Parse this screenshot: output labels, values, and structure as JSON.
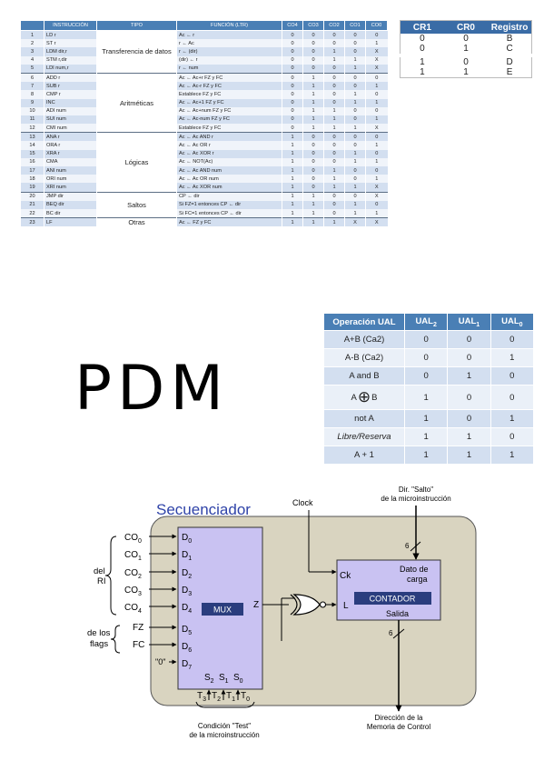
{
  "instructions": {
    "headers": [
      "",
      "INSTRUCCIÓN",
      "TIPO",
      "FUNCIÓN (LTR)",
      "CO4",
      "CO3",
      "CO2",
      "CO1",
      "CO0"
    ],
    "groups": [
      {
        "tipo": "Transferencia de datos",
        "rows": [
          {
            "n": "1",
            "ins": "LD r",
            "fn": "Ac ← r",
            "bits": [
              "0",
              "0",
              "0",
              "0",
              "0"
            ]
          },
          {
            "n": "2",
            "ins": "ST r",
            "fn": "r ← Ac",
            "bits": [
              "0",
              "0",
              "0",
              "0",
              "1"
            ]
          },
          {
            "n": "3",
            "ins": "LDM dir,r",
            "fn": "r ← (dir)",
            "bits": [
              "0",
              "0",
              "1",
              "0",
              "X"
            ]
          },
          {
            "n": "4",
            "ins": "STM r,dir",
            "fn": "(dir) ← r",
            "bits": [
              "0",
              "0",
              "1",
              "1",
              "X"
            ]
          },
          {
            "n": "5",
            "ins": "LDI num,r",
            "fn": "r ← num",
            "bits": [
              "0",
              "0",
              "0",
              "1",
              "X"
            ]
          }
        ]
      },
      {
        "tipo": "Aritméticas",
        "rows": [
          {
            "n": "6",
            "ins": "ADD r",
            "fn": "Ac ← Ac+r  FZ y FC",
            "bits": [
              "0",
              "1",
              "0",
              "0",
              "0"
            ]
          },
          {
            "n": "7",
            "ins": "SUB r",
            "fn": "Ac ← Ac-r  FZ y FC",
            "bits": [
              "0",
              "1",
              "0",
              "0",
              "1"
            ]
          },
          {
            "n": "8",
            "ins": "CMP r",
            "fn": "Establece FZ y FC",
            "bits": [
              "0",
              "1",
              "0",
              "1",
              "0"
            ]
          },
          {
            "n": "9",
            "ins": "INC",
            "fn": "Ac ← Ac+1  FZ y FC",
            "bits": [
              "0",
              "1",
              "0",
              "1",
              "1"
            ]
          },
          {
            "n": "10",
            "ins": "ADI num",
            "fn": "Ac ← Ac+num FZ y FC",
            "bits": [
              "0",
              "1",
              "1",
              "0",
              "0"
            ]
          },
          {
            "n": "11",
            "ins": "SUI num",
            "fn": "Ac ← Ac-num FZ y FC",
            "bits": [
              "0",
              "1",
              "1",
              "0",
              "1"
            ]
          },
          {
            "n": "12",
            "ins": "CMI num",
            "fn": "Establece FZ y FC",
            "bits": [
              "0",
              "1",
              "1",
              "1",
              "X"
            ]
          }
        ]
      },
      {
        "tipo": "Lógicas",
        "rows": [
          {
            "n": "13",
            "ins": "ANA r",
            "fn": "Ac ← Ac AND r",
            "bits": [
              "1",
              "0",
              "0",
              "0",
              "0"
            ]
          },
          {
            "n": "14",
            "ins": "ORA r",
            "fn": "Ac ← Ac OR r",
            "bits": [
              "1",
              "0",
              "0",
              "0",
              "1"
            ]
          },
          {
            "n": "15",
            "ins": "XRA r",
            "fn": "Ac ← Ac XOR r",
            "bits": [
              "1",
              "0",
              "0",
              "1",
              "0"
            ]
          },
          {
            "n": "16",
            "ins": "CMA",
            "fn": "Ac ← NOT(Ac)",
            "bits": [
              "1",
              "0",
              "0",
              "1",
              "1"
            ]
          },
          {
            "n": "17",
            "ins": "ANI num",
            "fn": "Ac ← Ac AND num",
            "bits": [
              "1",
              "0",
              "1",
              "0",
              "0"
            ]
          },
          {
            "n": "18",
            "ins": "ORI num",
            "fn": "Ac ← Ac OR num",
            "bits": [
              "1",
              "0",
              "1",
              "0",
              "1"
            ]
          },
          {
            "n": "19",
            "ins": "XRI num",
            "fn": "Ac ← Ac XOR num",
            "bits": [
              "1",
              "0",
              "1",
              "1",
              "X"
            ]
          }
        ]
      },
      {
        "tipo": "Saltos",
        "rows": [
          {
            "n": "20",
            "ins": "JMP dir",
            "fn": "CP ← dir",
            "bits": [
              "1",
              "1",
              "0",
              "0",
              "X"
            ]
          },
          {
            "n": "21",
            "ins": "BEQ dir",
            "fn": "Si FZ=1 entonces CP ← dir",
            "bits": [
              "1",
              "1",
              "0",
              "1",
              "0"
            ]
          },
          {
            "n": "22",
            "ins": "BC dir",
            "fn": "Si FC=1 entonces CP ← dir",
            "bits": [
              "1",
              "1",
              "0",
              "1",
              "1"
            ]
          }
        ]
      },
      {
        "tipo": "Otras",
        "rows": [
          {
            "n": "23",
            "ins": "LF",
            "fn": "Ac ← FZ y FC",
            "bits": [
              "1",
              "1",
              "1",
              "X",
              "X"
            ]
          }
        ]
      }
    ]
  },
  "registers": {
    "headers": [
      "CR1",
      "CR0",
      "Registro"
    ],
    "rows": [
      [
        "0",
        "0",
        "B"
      ],
      [
        "0",
        "1",
        "C"
      ],
      [
        "1",
        "0",
        "D"
      ],
      [
        "1",
        "1",
        "E"
      ]
    ]
  },
  "ual": {
    "headers": [
      "Operación UAL",
      "UAL",
      "UAL",
      "UAL"
    ],
    "header_subs": [
      "2",
      "1",
      "0"
    ],
    "rows": [
      {
        "op": "A+B (Ca2)",
        "b": [
          "0",
          "0",
          "0"
        ]
      },
      {
        "op": "A-B (Ca2)",
        "b": [
          "0",
          "0",
          "1"
        ]
      },
      {
        "op": "A and B",
        "b": [
          "0",
          "1",
          "0"
        ]
      },
      {
        "op_pre": "A",
        "op_post": "B",
        "xor": true,
        "b": [
          "1",
          "0",
          "0"
        ]
      },
      {
        "op": "not A",
        "b": [
          "1",
          "0",
          "1"
        ]
      },
      {
        "op": "Libre/Reserva",
        "italic": true,
        "b": [
          "1",
          "1",
          "0"
        ]
      },
      {
        "op": "A + 1",
        "b": [
          "1",
          "1",
          "1"
        ]
      }
    ]
  },
  "title": "PDM",
  "sequencer": {
    "title": "Secuenciador",
    "clock": "Clock",
    "dir_salto_1": "Dir. \"Salto\"",
    "dir_salto_2": "de la microinstrucción",
    "del_ri_1": "del",
    "del_ri_2": "RI",
    "flags_1": "de los",
    "flags_2": "flags",
    "co_inputs": [
      "CO",
      "CO",
      "CO",
      "CO",
      "CO"
    ],
    "co_subs": [
      "0",
      "1",
      "2",
      "3",
      "4"
    ],
    "fz": "FZ",
    "fc": "FC",
    "zero": "\"0\"",
    "d_labels": [
      "D",
      "D",
      "D",
      "D",
      "D",
      "D",
      "D",
      "D"
    ],
    "d_subs": [
      "0",
      "1",
      "2",
      "3",
      "4",
      "5",
      "6",
      "7"
    ],
    "mux": "MUX",
    "z": "Z",
    "s_labels": [
      "S",
      "S",
      "S"
    ],
    "s_subs": [
      "2",
      "1",
      "0"
    ],
    "t_labels": [
      "T",
      "T",
      "T",
      "T"
    ],
    "t_subs": [
      "3",
      "2",
      "1",
      "0"
    ],
    "l": "L",
    "ck": "Ck",
    "dato_carga_1": "Dato de",
    "dato_carga_2": "carga",
    "contador": "CONTADOR",
    "salida": "Salida",
    "bus_width": "6",
    "cond_test_1": "Condición \"Test\"",
    "cond_test_2": "de la microinstrucción",
    "dir_mem_1": "Dirección de la",
    "dir_mem_2": "Memoria de Control"
  }
}
